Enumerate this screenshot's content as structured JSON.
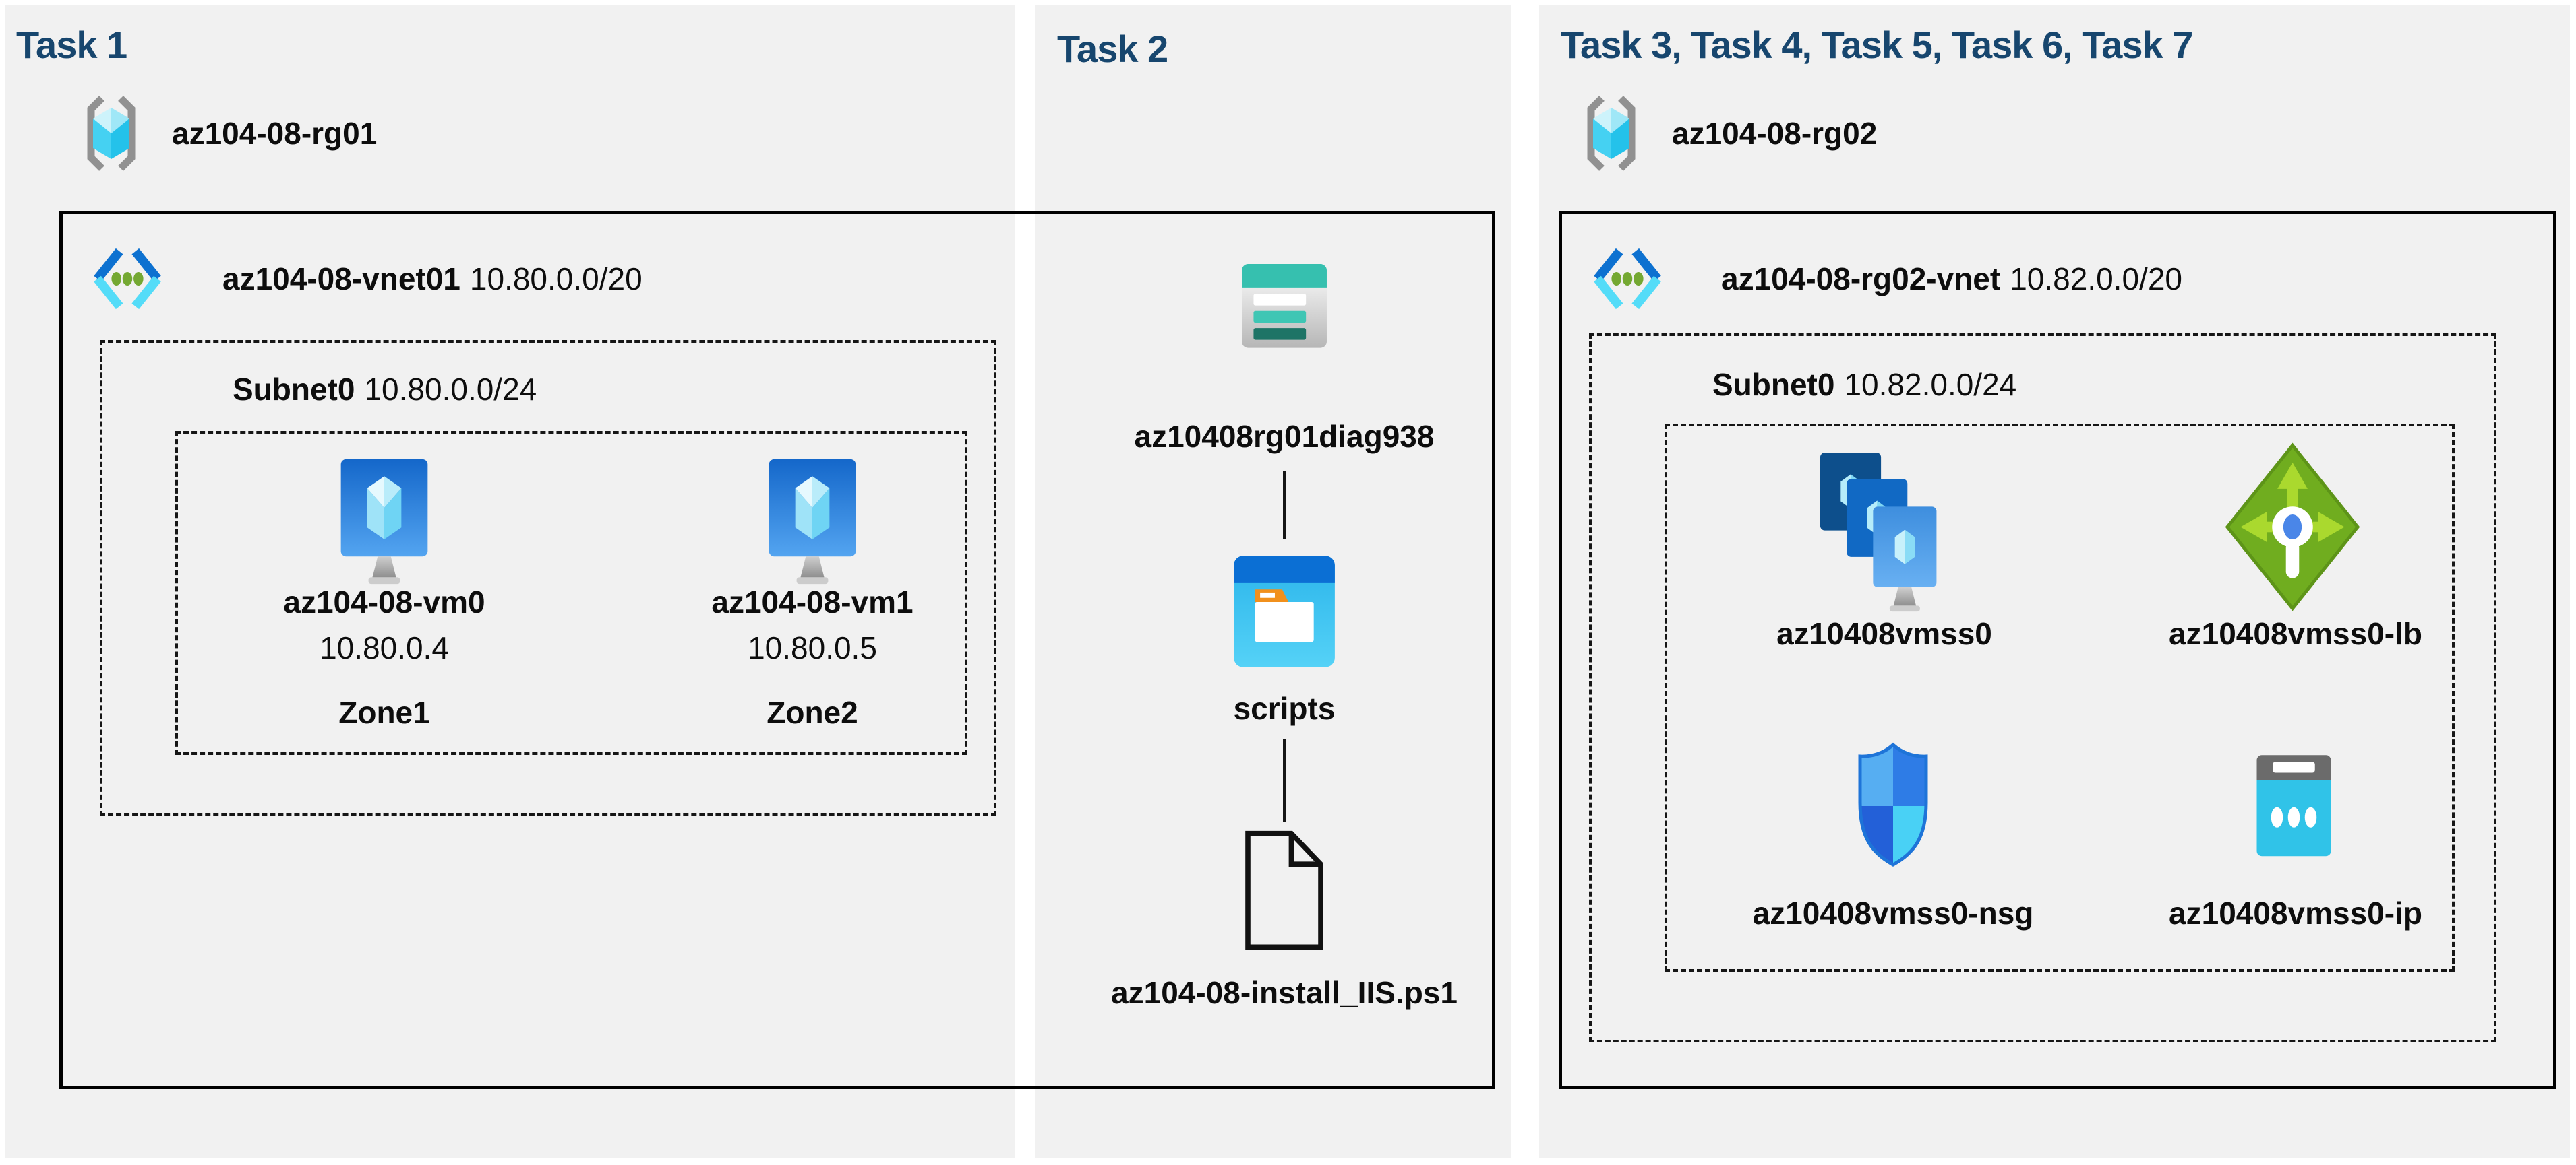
{
  "colors": {
    "title_blue": "#17466e",
    "panel_bg": "#f1f1f1",
    "line_black": "#161616",
    "storage_teal": "#36c0af",
    "folder_blue": "#0b6fd4",
    "lb_green": "#70ad1f",
    "vm_blue": "#1467ca",
    "ip_cyan": "#30c3e8"
  },
  "task1": {
    "title": "Task 1",
    "rg_name": "az104-08-rg01",
    "vnet_name": "az104-08-vnet01",
    "vnet_cidr": "10.80.0.0/20",
    "subnet_name": "Subnet0",
    "subnet_cidr": "10.80.0.0/24",
    "vm0_name": "az104-08-vm0",
    "vm0_ip": "10.80.0.4",
    "vm0_zone": "Zone1",
    "vm1_name": "az104-08-vm1",
    "vm1_ip": "10.80.0.5",
    "vm1_zone": "Zone2"
  },
  "task2": {
    "title": "Task 2",
    "storage_name": "az10408rg01diag938",
    "folder_name": "scripts",
    "file_name": "az104-08-install_IIS.ps1"
  },
  "task3": {
    "title": "Task 3, Task 4, Task 5, Task 6, Task 7",
    "rg_name": "az104-08-rg02",
    "vnet_name": "az104-08-rg02-vnet",
    "vnet_cidr": "10.82.0.0/20",
    "subnet_name": "Subnet0",
    "subnet_cidr": "10.82.0.0/24",
    "vmss_name": "az10408vmss0",
    "lb_name": "az10408vmss0-lb",
    "nsg_name": "az10408vmss0-nsg",
    "ip_name": "az10408vmss0-ip"
  },
  "icons": {
    "resource_group": "resource-group-icon",
    "virtual_network": "virtual-network-icon",
    "virtual_machine": "virtual-machine-icon",
    "storage_account": "storage-account-icon",
    "folder": "folder-icon",
    "script_file": "script-file-icon",
    "vmss": "vm-scale-set-icon",
    "load_balancer": "load-balancer-icon",
    "nsg": "network-security-group-icon",
    "public_ip": "public-ip-icon"
  }
}
